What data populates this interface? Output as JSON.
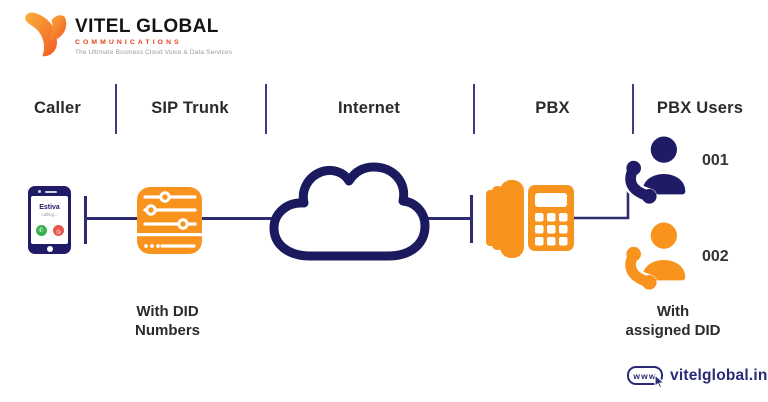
{
  "logo": {
    "title": "VITEL GLOBAL",
    "subtitle": "COMMUNICATIONS",
    "tagline": "The Ultimate Business Cloud Voice & Data Services"
  },
  "columns": [
    {
      "label": "Caller"
    },
    {
      "label": "SIP Trunk"
    },
    {
      "label": "Internet"
    },
    {
      "label": "PBX"
    },
    {
      "label": "PBX Users"
    }
  ],
  "caller": {
    "contact": "Estiva",
    "status": "calling...",
    "answer_icon": "phone-answer-icon",
    "decline_icon": "phone-decline-icon"
  },
  "captions": {
    "sip_trunk": [
      "With DID",
      "Numbers"
    ],
    "pbx_users": [
      "With",
      "assigned DID"
    ]
  },
  "users": [
    {
      "id": "001",
      "color": "#1F1B66"
    },
    {
      "id": "002",
      "color": "#F8941D"
    }
  ],
  "footer": {
    "badge": "www",
    "site": "vitelglobal.in"
  },
  "colors": {
    "navy": "#1F1B66",
    "orange": "#F8941D",
    "connector": "#2E2C6E",
    "separator": "#3D3D85",
    "heading_text": "#2B2B2B",
    "logo_subtitle_red": "#E8431A",
    "tagline_gray": "#9B9B9B",
    "answer_green": "#3BAE4C",
    "decline_red": "#E8554B",
    "background": "#FFFFFF"
  }
}
